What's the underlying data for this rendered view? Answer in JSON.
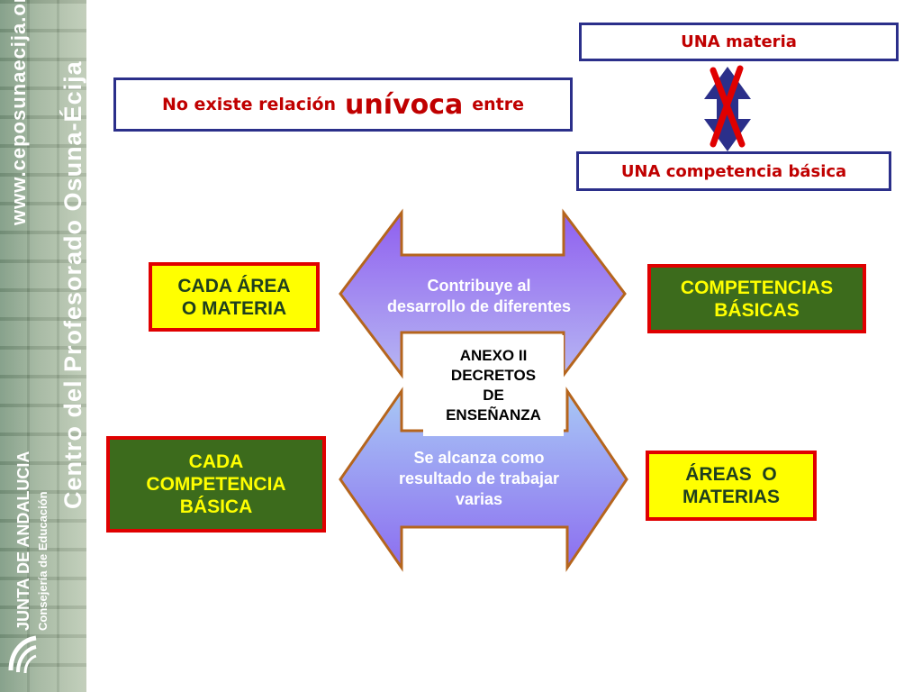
{
  "sidebar": {
    "website": "www.ceposunaecija.org",
    "centre_name": "Centro del Profesorado Osuna-Écija",
    "junta": "JUNTA DE ANDALUCIA",
    "consejeria": "Consejería de Educación"
  },
  "top": {
    "una_materia": "UNA materia",
    "una_competencia": "UNA competencia básica",
    "no_existe_pre": "No existe relación",
    "no_existe_big": "unívoca",
    "no_existe_post": "entre"
  },
  "diagram": {
    "cada_area_line1": "CADA ÁREA",
    "cada_area_line2": "O MATERIA",
    "competencias_line1": "COMPETENCIAS",
    "competencias_line2": "BÁSICAS",
    "contribuye_line1": "Contribuye al",
    "contribuye_line2": "desarrollo de diferentes",
    "anexo_line1": "ANEXO II",
    "anexo_line2": "DECRETOS",
    "anexo_line3": "DE",
    "anexo_line4": "ENSEÑANZA",
    "cada_comp_line1": "CADA",
    "cada_comp_line2": "COMPETENCIA",
    "cada_comp_line3": "BÁSICA",
    "alcanza_line1": "Se alcanza como",
    "alcanza_line2": "resultado de trabajar",
    "alcanza_line3": "varias",
    "areas_line1": "ÁREAS  O",
    "areas_line2": "MATERIAS"
  },
  "colors": {
    "red": "#e00000",
    "yellow": "#ffff00",
    "green": "#3c6b1c",
    "navy": "#2b2f8a",
    "arrow_fill": "#a98cf0"
  }
}
